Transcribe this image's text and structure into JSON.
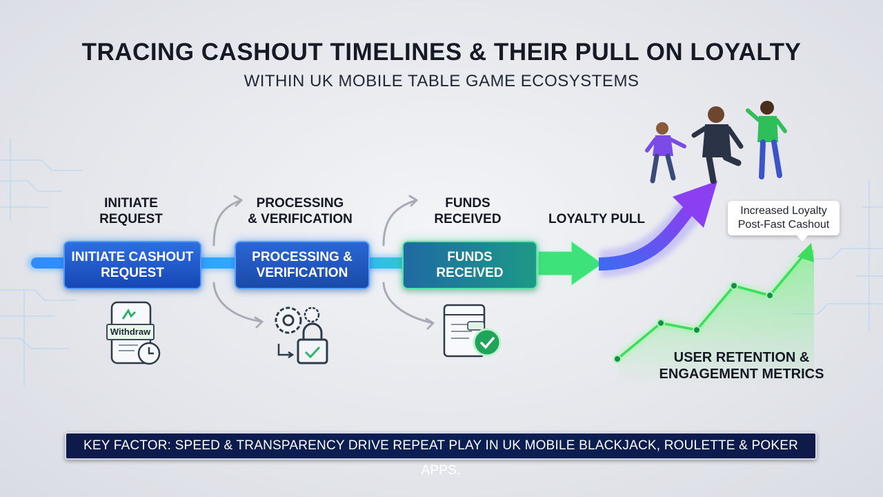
{
  "title": "TRACING CASHOUT TIMELINES & THEIR PULL ON LOYALTY",
  "subtitle": "WITHIN UK MOBILE TABLE GAME ECOSYSTEMS",
  "steps": [
    {
      "label_line1": "INITIATE",
      "label_line2": "REQUEST",
      "box_line1": "INITIATE CASHOUT",
      "box_line2": "REQUEST",
      "icon": "phone-withdraw-icon"
    },
    {
      "label_line1": "PROCESSING",
      "label_line2": "& VERIFICATION",
      "box_line1": "PROCESSING &",
      "box_line2": "VERIFICATION",
      "icon": "gear-lock-icon"
    },
    {
      "label_line1": "FUNDS",
      "label_line2": "RECEIVED",
      "box_line1": "FUNDS",
      "box_line2": "RECEIVED",
      "icon": "browser-check-icon"
    }
  ],
  "withdraw_label": "Withdraw",
  "loyalty_label": "LOYALTY PULL",
  "callout": {
    "line1": "Increased Loyalty",
    "line2": "Post-Fast Cashout"
  },
  "metrics": {
    "line1": "USER RETENTION &",
    "line2": "ENGAGEMENT METRICS"
  },
  "banner": "KEY FACTOR: SPEED & TRANSPARENCY DRIVE REPEAT PLAY IN UK MOBILE BLACKJACK, ROULETTE & POKER APPS.",
  "colors": {
    "flow_blue": "#2f8bff",
    "flow_green": "#33e07a",
    "loyalty_purple": "#7b3df0",
    "metric_green": "#3ddc5a",
    "banner_navy": "#0d1a4a"
  }
}
